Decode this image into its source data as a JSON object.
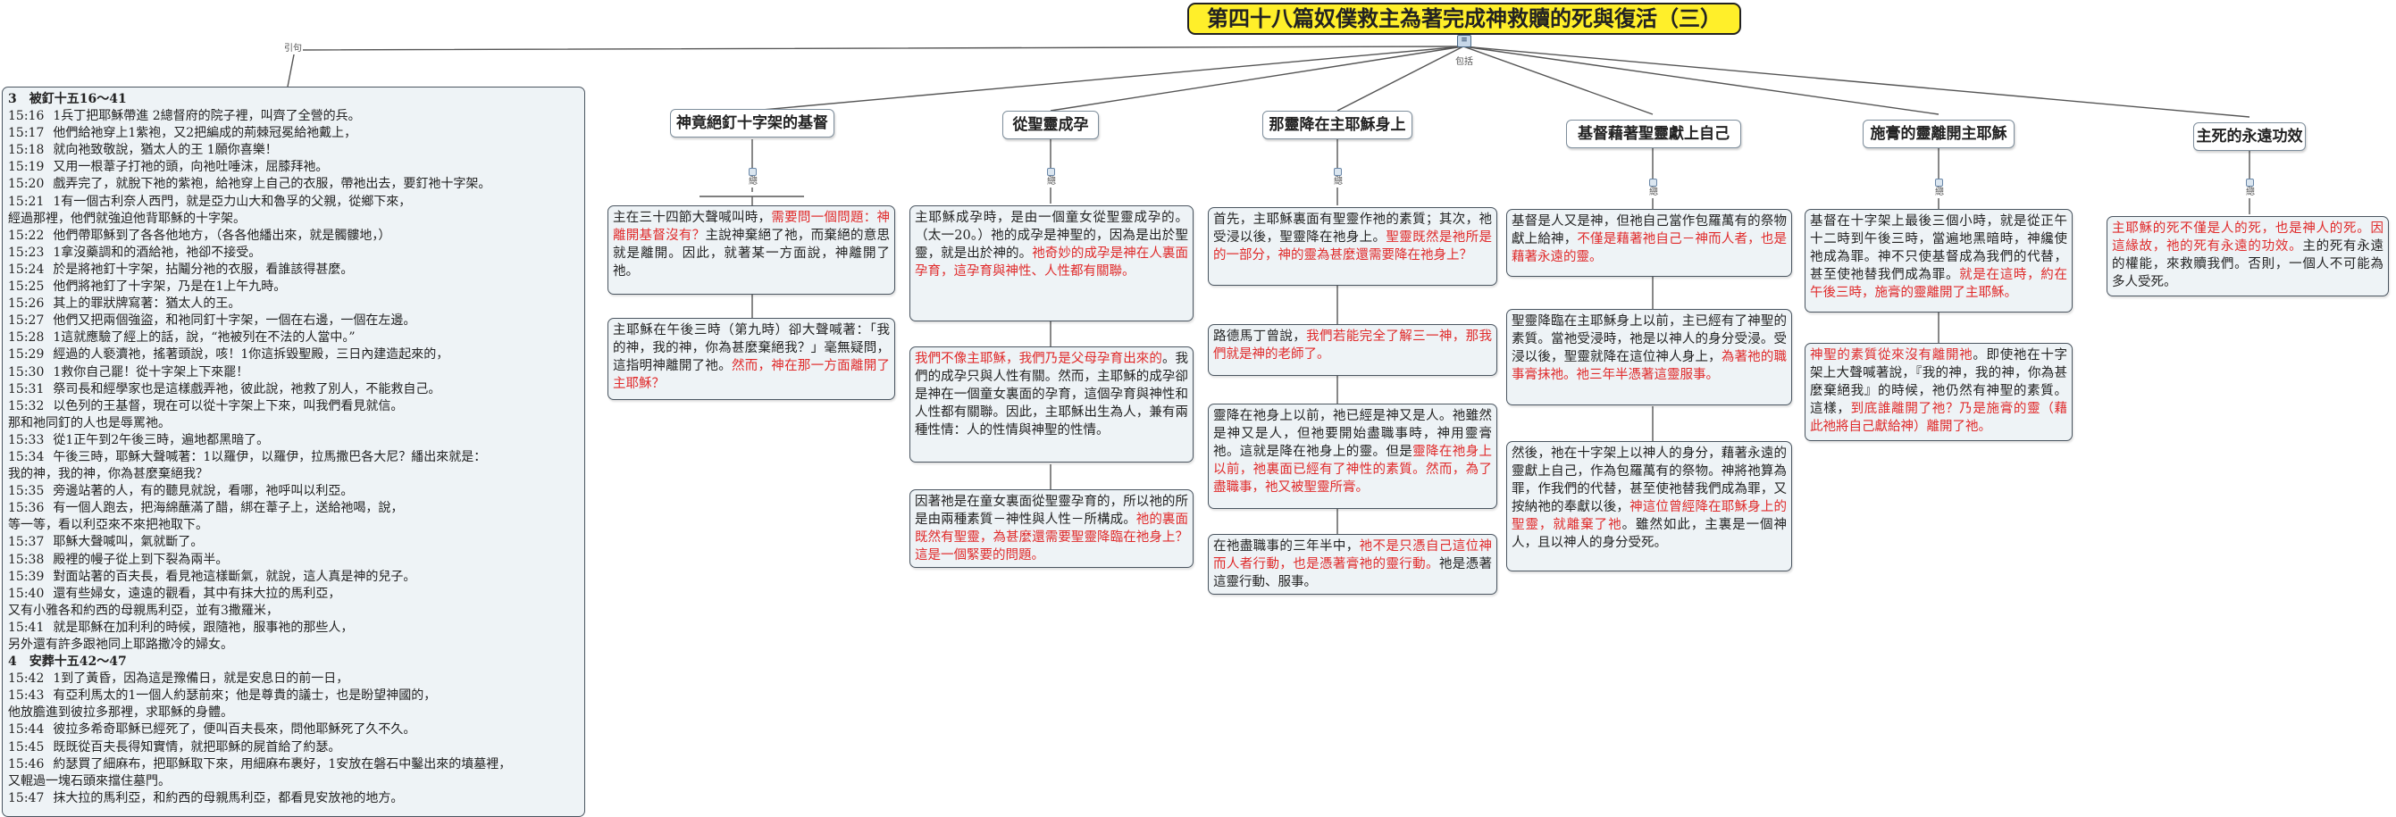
{
  "title": "第四十八篇奴僕救主為著完成神救贖的死與復活（三）",
  "hub_icon": "≡",
  "connector_left": "引句",
  "connector_main": "包括",
  "connector_topic": "總",
  "branches": [
    {
      "title": "神竟絕釘十字架的基督",
      "notes": [
        [
          {
            "t": "主在三十四節大聲喊叫時，"
          },
          {
            "t": "需要問一個問題：神離開基督沒有？",
            "red": true
          },
          {
            "t": "主說神棄絕了祂，而棄絕的意思就是離開。因此，就著某一方面說，神離開了祂。"
          }
        ],
        [
          {
            "t": "主耶穌在午後三時（第九時）卻大聲喊著：「我的神，我的神，你為甚麼棄絕我？」毫無疑問，這指明神離開了祂。"
          },
          {
            "t": "然而，神在那一方面離開了主耶穌？",
            "red": true
          }
        ]
      ]
    },
    {
      "title": "從聖靈成孕",
      "notes": [
        [
          {
            "t": "主耶穌成孕時，是由一個童女從聖靈成孕的。（太一20。）祂的成孕是神聖的，因為是出於聖靈，就是出於神的。"
          },
          {
            "t": "祂奇妙的成孕是神在人裏面孕育，這孕育與神性、人性都有關聯。",
            "red": true
          }
        ],
        [
          {
            "t": "我們不像主耶穌，我們乃是父母孕育出來的",
            "red": true
          },
          {
            "t": "。我們的成孕只與人性有關。然而，主耶穌的成孕卻是神在一個童女裏面的孕育，這個孕育與神性和人性都有關聯。因此，主耶穌出生為人，兼有兩種性情：人的性情與神聖的性情。"
          }
        ],
        [
          {
            "t": "因著祂是在童女裏面從聖靈孕育的，所以祂的所是由兩種素質－神性與人性－所構成。"
          },
          {
            "t": "祂的裏面既然有聖靈，為甚麼還需要聖靈降臨在祂身上？這是一個緊要的問題。",
            "red": true
          }
        ]
      ]
    },
    {
      "title": "那靈降在主耶穌身上",
      "notes": [
        [
          {
            "t": "首先，主耶穌裏面有聖靈作祂的素質；其次，祂受浸以後，聖靈降在祂身上。"
          },
          {
            "t": "聖靈既然是祂所是的一部分，神的靈為甚麼還需要降在祂身上？",
            "red": true
          }
        ],
        [
          {
            "t": "路德馬丁曾說，"
          },
          {
            "t": "我們若能完全了解三一神，那我們就是神的老師了。",
            "red": true
          }
        ],
        [
          {
            "t": "靈降在祂身上以前，祂已經是神又是人。祂雖然是神又是人，但祂要開始盡職事時，神用靈膏祂。這就是降在祂身上的靈。但是"
          },
          {
            "t": "靈降在祂身上以前，祂裏面已經有了神性的素質。然而，為了盡職事，祂又被聖靈所膏。",
            "red": true
          }
        ],
        [
          {
            "t": "在祂盡職事的三年半中，"
          },
          {
            "t": "祂不是只憑自己這位神而人者行動，也是憑著膏祂的靈行動。",
            "red": true
          },
          {
            "t": "祂是憑著這靈行動、服事。"
          }
        ]
      ]
    },
    {
      "title": "基督藉著聖靈獻上自己",
      "notes": [
        [
          {
            "t": "基督是人又是神，但祂自己當作包羅萬有的祭物獻上給神，"
          },
          {
            "t": "不僅是藉著祂自己－神而人者，也是藉著永遠的靈。",
            "red": true
          }
        ],
        [
          {
            "t": "聖靈降臨在主耶穌身上以前，主已經有了神聖的素質。當祂受浸時，祂是以神人的身分受浸。受浸以後，聖靈就降在這位神人身上，"
          },
          {
            "t": "為著祂的職事膏抹祂。祂三年半憑著這靈服事。",
            "red": true
          }
        ],
        [
          {
            "t": "然後，祂在十字架上以神人的身分，藉著永遠的靈獻上自己，作為包羅萬有的祭物。神將祂算為罪，作我們的代替，甚至使祂替我們成為罪，又按納祂的奉獻以後，"
          },
          {
            "t": "神這位曾經降在耶穌身上的聖靈，就離棄了祂",
            "red": true
          },
          {
            "t": "。雖然如此，主裏是一個神人，且以神人的身分受死。"
          }
        ]
      ]
    },
    {
      "title": "施膏的靈離開主耶穌",
      "notes": [
        [
          {
            "t": "基督在十字架上最後三個小時，就是從正午十二時到午後三時，當遍地黑暗時，神纔使祂成為罪。神不只使基督成為我們的代替，甚至使祂替我們成為罪。"
          },
          {
            "t": "就是在這時，約在午後三時，施膏的靈離開了主耶穌。",
            "red": true
          }
        ],
        [
          {
            "t": "神聖的素質從來沒有離開祂",
            "red": true
          },
          {
            "t": "。即使祂在十字架上大聲喊著說，『我的神，我的神，你為甚麼棄絕我』的時候，祂仍然有神聖的素質。這樣，"
          },
          {
            "t": "到底誰離開了祂？乃是施膏的靈（藉此祂將自己獻給神）離開了祂。",
            "red": true
          }
        ]
      ]
    },
    {
      "title": "主死的永遠功效",
      "notes": [
        [
          {
            "t": "主耶穌的死不僅是人的死，也是神人的死。因這緣故，祂的死有永遠的功效。",
            "red": true
          },
          {
            "t": "主的死有永遠的權能，來救贖我們。否則，一個人不可能為多人受死。"
          }
        ]
      ]
    }
  ],
  "bible": [
    {
      "h": "3　被釘十五16～41"
    },
    {
      "v": "15:16",
      "t": "1兵丁把耶穌帶進 2總督府的院子裡，叫齊了全營的兵。"
    },
    {
      "v": "15:17",
      "t": "他們給祂穿上1紫袍，又2把編成的荊棘冠冕給祂戴上，"
    },
    {
      "v": "15:18",
      "t": "就向祂致敬說，猶太人的王 1願你喜樂！"
    },
    {
      "v": "15:19",
      "t": "又用一根葦子打祂的頭，向祂吐唾沫，屈膝拜祂。"
    },
    {
      "v": "15:20",
      "t": "戲弄完了，就脫下祂的紫袍，給祂穿上自己的衣服，帶祂出去，要釘祂十字架。"
    },
    {
      "v": "15:21",
      "t": "1有一個古利奈人西門，就是亞力山大和魯孚的父親，從鄉下來，"
    },
    {
      "c": "經過那裡，他們就強迫他背耶穌的十字架。"
    },
    {
      "v": "15:22",
      "t": "他們帶耶穌到了各各他地方，（各各他繙出來，就是髑髏地，）"
    },
    {
      "v": "15:23",
      "t": "1拿沒藥調和的酒給祂，祂卻不接受。"
    },
    {
      "v": "15:24",
      "t": "於是將祂釘十字架，拈鬮分祂的衣服，看誰該得甚麼。"
    },
    {
      "v": "15:25",
      "t": "他們將祂釘了十字架，乃是在1上午九時。"
    },
    {
      "v": "15:26",
      "t": "其上的罪狀牌寫著：猶太人的王。"
    },
    {
      "v": "15:27",
      "t": "他們又把兩個強盜，和祂同釘十字架，一個在右邊，一個在左邊。"
    },
    {
      "v": "15:28",
      "t": "1這就應驗了經上的話，說，“祂被列在不法的人當中。”"
    },
    {
      "v": "15:29",
      "t": "經過的人褻瀆祂，搖著頭說，咳！1你這拆毀聖殿，三日內建造起來的，"
    },
    {
      "v": "15:30",
      "t": "1救你自己罷！從十字架上下來罷！"
    },
    {
      "v": "15:31",
      "t": "祭司長和經學家也是這樣戲弄祂，彼此說，祂救了別人，不能救自己。"
    },
    {
      "v": "15:32",
      "t": "以色列的王基督，現在可以從十字架上下來，叫我們看見就信。"
    },
    {
      "c": "那和祂同釘的人也是辱罵祂。"
    },
    {
      "v": "15:33",
      "t": "從1正午到2午後三時，遍地都黑暗了。"
    },
    {
      "v": "15:34",
      "t": "午後三時，耶穌大聲喊著：1以羅伊，以羅伊，拉馬撒巴各大尼？繙出來就是："
    },
    {
      "c": "我的神，我的神，你為甚麼棄絕我？"
    },
    {
      "v": "15:35",
      "t": "旁邊站著的人，有的聽見就說，看哪，祂呼叫以利亞。"
    },
    {
      "v": "15:36",
      "t": "有一個人跑去，把海綿蘸滿了醋，綁在葦子上，送給祂喝，說，"
    },
    {
      "c": "等一等，看以利亞來不來把祂取下。"
    },
    {
      "v": "15:37",
      "t": "耶穌大聲喊叫，氣就斷了。"
    },
    {
      "v": "15:38",
      "t": "殿裡的幔子從上到下裂為兩半。"
    },
    {
      "v": "15:39",
      "t": "對面站著的百夫長，看見祂這樣斷氣，就說，這人真是神的兒子。"
    },
    {
      "v": "15:40",
      "t": "還有些婦女，遠遠的觀看，其中有抹大拉的馬利亞，"
    },
    {
      "c": "又有小雅各和約西的母親馬利亞，並有3撒羅米，"
    },
    {
      "v": "15:41",
      "t": "就是耶穌在加利利的時候，跟隨祂，服事祂的那些人，"
    },
    {
      "c": "另外還有許多跟祂同上耶路撒冷的婦女。"
    },
    {
      "h": "4　安葬十五42～47"
    },
    {
      "v": "15:42",
      "t": "1到了黃昏，因為這是豫備日，就是安息日的前一日，"
    },
    {
      "v": "15:43",
      "t": "有亞利馬太的1一個人約瑟前來；他是尊貴的議士，也是盼望神國的，"
    },
    {
      "c": "他放膽進到彼拉多那裡，求耶穌的身體。"
    },
    {
      "v": "15:44",
      "t": "彼拉多希奇耶穌已經死了，便叫百夫長來，問他耶穌死了久不久。"
    },
    {
      "v": "15:45",
      "t": "既既從百夫長得知實情，就把耶穌的屍首給了約瑟。"
    },
    {
      "v": "15:46",
      "t": "約瑟買了細麻布，把耶穌取下來，用細麻布裹好，1安放在磐石中鑿出來的墳墓裡，"
    },
    {
      "c": "又輥過一塊石頭來擋住墓門。"
    },
    {
      "v": "15:47",
      "t": "抹大拉的馬利亞，和約西的母親馬利亞，都看見安放祂的地方。"
    }
  ]
}
